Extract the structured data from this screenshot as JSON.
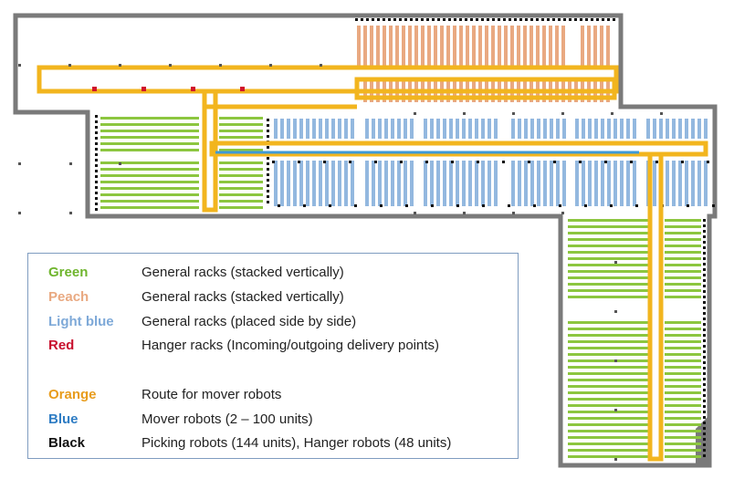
{
  "colors": {
    "green": "#8cc63f",
    "peach": "#e9a981",
    "light_blue": "#93b8df",
    "red": "#d0122b",
    "orange": "#f2b51e",
    "blue": "#3e9ad7",
    "black": "#111111",
    "wall": "#7a7a7a"
  },
  "legend": [
    {
      "color": "Green",
      "description": "General racks (stacked vertically)",
      "hex": "#6fb52e"
    },
    {
      "color": "Peach",
      "description": "General racks (stacked vertically)",
      "hex": "#e9a981"
    },
    {
      "color": "Light blue",
      "description": "General racks (placed side by side)",
      "hex": "#7ea9d8"
    },
    {
      "color": "Red",
      "description": "Hanger racks (Incoming/outgoing delivery points)",
      "hex": "#c8102e"
    },
    {
      "color": "Orange",
      "description": "Route for mover robots",
      "hex": "#e89c1c"
    },
    {
      "color": "Blue",
      "description": "Mover robots (2 – 100 units)",
      "hex": "#2f7dc4"
    },
    {
      "color": "Black",
      "description": "Picking robots (144 units), Hanger robots (48 units)",
      "hex": "#111111"
    }
  ]
}
